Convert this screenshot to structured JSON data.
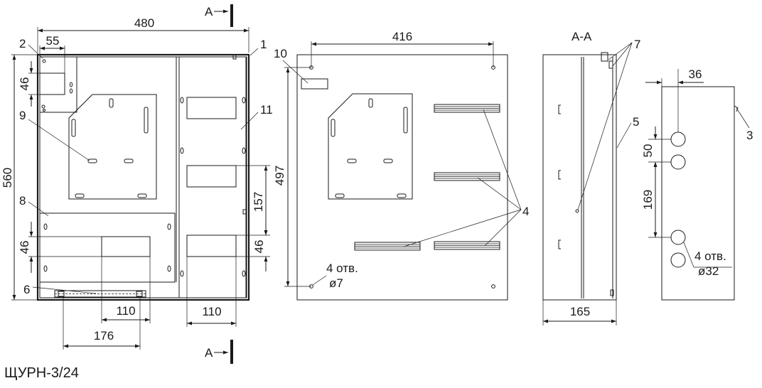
{
  "drawing_title": "ЩУРН-3/24",
  "section_label": "А-А",
  "section_marker_top": "А",
  "section_marker_bottom": "А",
  "dimensions": {
    "front_width": "480",
    "front_height": "560",
    "top_left_width": "55",
    "top_left_height": "46",
    "lower_panel_height": "46",
    "breaker_width": "110",
    "breaker_width_right": "110",
    "rail_span": "176",
    "right_breaker_height": "46",
    "window_spacing": "157",
    "back_width": "416",
    "back_height": "497",
    "side_depth": "165",
    "knockout_offset": "36",
    "knockout_spacing_small": "50",
    "knockout_spacing_large": "169"
  },
  "annotations": {
    "mount_holes_count": "4 отв.",
    "mount_holes_dia": "ø7",
    "knockouts_count": "4 отв.",
    "knockouts_dia": "ø32"
  },
  "callouts": {
    "c1": "1",
    "c2": "2",
    "c3": "3",
    "c4": "4",
    "c5": "5",
    "c6": "6",
    "c7": "7",
    "c8": "8",
    "c9": "9",
    "c10": "10",
    "c11": "11"
  }
}
